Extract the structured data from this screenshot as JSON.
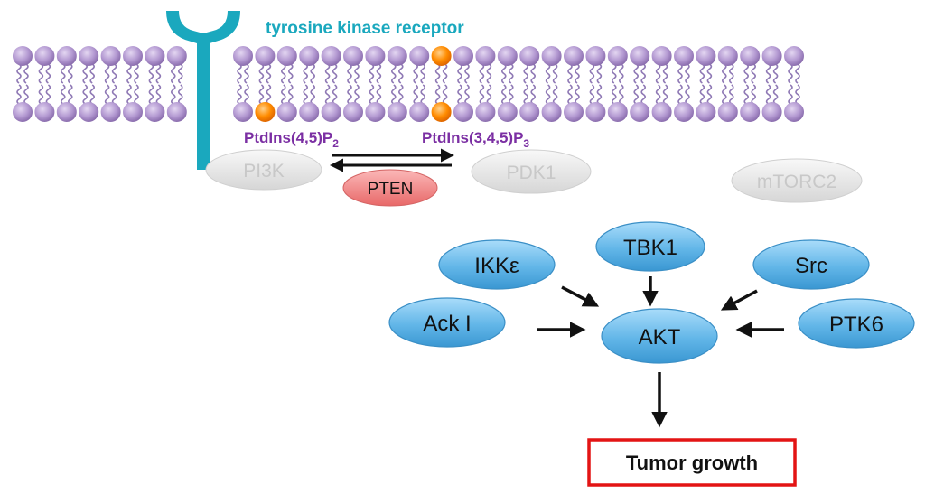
{
  "receptor": {
    "label": "tyrosine kinase receptor"
  },
  "lipids": {
    "pip2": {
      "base": "PtdIns(4,5)P",
      "sub": "2"
    },
    "pip3": {
      "base": "PtdIns(3,4,5)P",
      "sub": "3"
    }
  },
  "nodes": {
    "pi3k": "PI3K",
    "pten": "PTEN",
    "pdk1": "PDK1",
    "mtorc2": "mTORC2",
    "ikke": "IKKε",
    "tbk1": "TBK1",
    "src": "Src",
    "ack1": "Ack I",
    "akt": "AKT",
    "ptk6": "PTK6"
  },
  "outcome": {
    "label": "Tumor growth"
  },
  "colors": {
    "receptor": "#1aa8be",
    "lipid_head": "#a58cc4",
    "lipid_phosphate": "#ff8a00",
    "lipid_label": "#7b2fa3",
    "greyed_node_text": "#c8c8c8",
    "pten_fill": "#f08080",
    "blue_node": "#5fb3e6",
    "outcome_border": "#e31414"
  }
}
